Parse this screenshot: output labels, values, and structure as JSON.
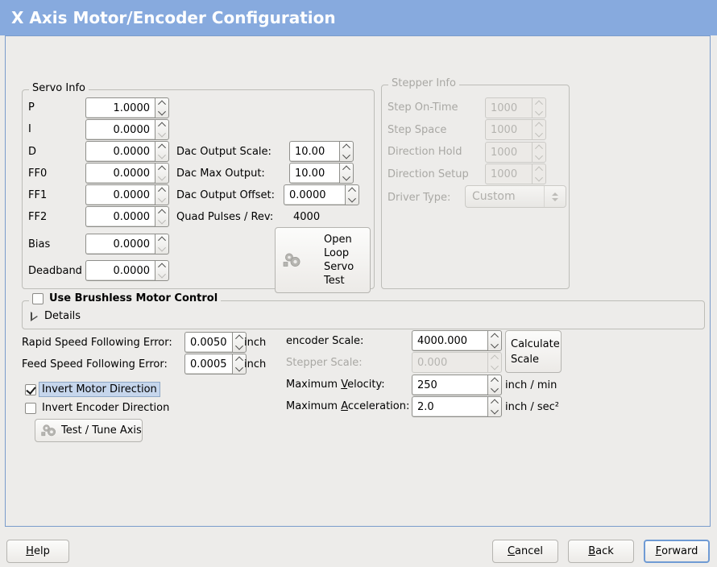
{
  "window": {
    "title": "X Axis Motor/Encoder Configuration",
    "title_bg": "#87aade",
    "title_fg": "#ffffff",
    "panel_border": "#7a9ccc",
    "background": "#edecea"
  },
  "servo_info": {
    "legend": "Servo Info",
    "rows": [
      {
        "label": "P",
        "value": "1.0000"
      },
      {
        "label": "I",
        "value": "0.0000"
      },
      {
        "label": "D",
        "value": "0.0000"
      },
      {
        "label": "FF0",
        "value": "0.0000"
      },
      {
        "label": "FF1",
        "value": "0.0000"
      },
      {
        "label": "FF2",
        "value": "0.0000"
      },
      {
        "label": "Bias",
        "value": "0.0000"
      },
      {
        "label": "Deadband",
        "value": "0.0000"
      }
    ],
    "dac": [
      {
        "label": "Dac Output Scale:",
        "value": "10.00"
      },
      {
        "label": "Dac Max Output:",
        "value": "10.00"
      },
      {
        "label": "Dac Output Offset:",
        "value": "0.0000"
      }
    ],
    "quad_pulses_label": "Quad Pulses / Rev:",
    "quad_pulses_value": "4000",
    "open_loop_button": [
      "Open",
      "Loop",
      "Servo",
      "Test"
    ]
  },
  "stepper_info": {
    "legend": "Stepper Info",
    "rows": [
      {
        "label": "Step On-Time",
        "value": "1000"
      },
      {
        "label": "Step Space",
        "value": "1000"
      },
      {
        "label": "Direction Hold",
        "value": "1000"
      },
      {
        "label": "Direction Setup",
        "value": "1000"
      }
    ],
    "driver_type_label": "Driver Type:",
    "driver_type_value": "Custom"
  },
  "brushless": {
    "checkbox_label": "Use Brushless Motor Control",
    "checked": false,
    "details_label": "Details",
    "expanded": false
  },
  "errors": {
    "rapid_label": "Rapid Speed Following Error:",
    "rapid_value": "0.0050",
    "rapid_unit": "inch",
    "feed_label": "Feed Speed Following Error:",
    "feed_value": "0.0005",
    "feed_unit": "inch"
  },
  "inverts": {
    "motor_label": "Invert Motor Direction",
    "motor_checked": true,
    "motor_focused": true,
    "encoder_label": "Invert Encoder Direction",
    "encoder_checked": false
  },
  "test_tune": {
    "label": "Test / Tune Axis"
  },
  "scales": {
    "encoder_label": "encoder Scale:",
    "encoder_value": "4000.000",
    "stepper_label": "Stepper Scale:",
    "stepper_value": "0.000",
    "stepper_disabled": true,
    "calc_button": [
      "Calculate",
      "Scale"
    ],
    "max_vel_label_pre": "Maximum ",
    "max_vel_label_mn": "V",
    "max_vel_label_post": "elocity:",
    "max_vel_value": "250",
    "max_vel_unit": "inch / min",
    "max_acc_label_pre": "Maximum ",
    "max_acc_label_mn": "A",
    "max_acc_label_post": "cceleration:",
    "max_acc_value": "2.0",
    "max_acc_unit": "inch / sec²"
  },
  "footer": {
    "help_pre": "",
    "help_mn": "H",
    "help_post": "elp",
    "cancel_mn": "C",
    "cancel_post": "ancel",
    "back_mn": "B",
    "back_post": "ack",
    "forward_mn": "F",
    "forward_post": "orward",
    "forward_focused": true
  }
}
